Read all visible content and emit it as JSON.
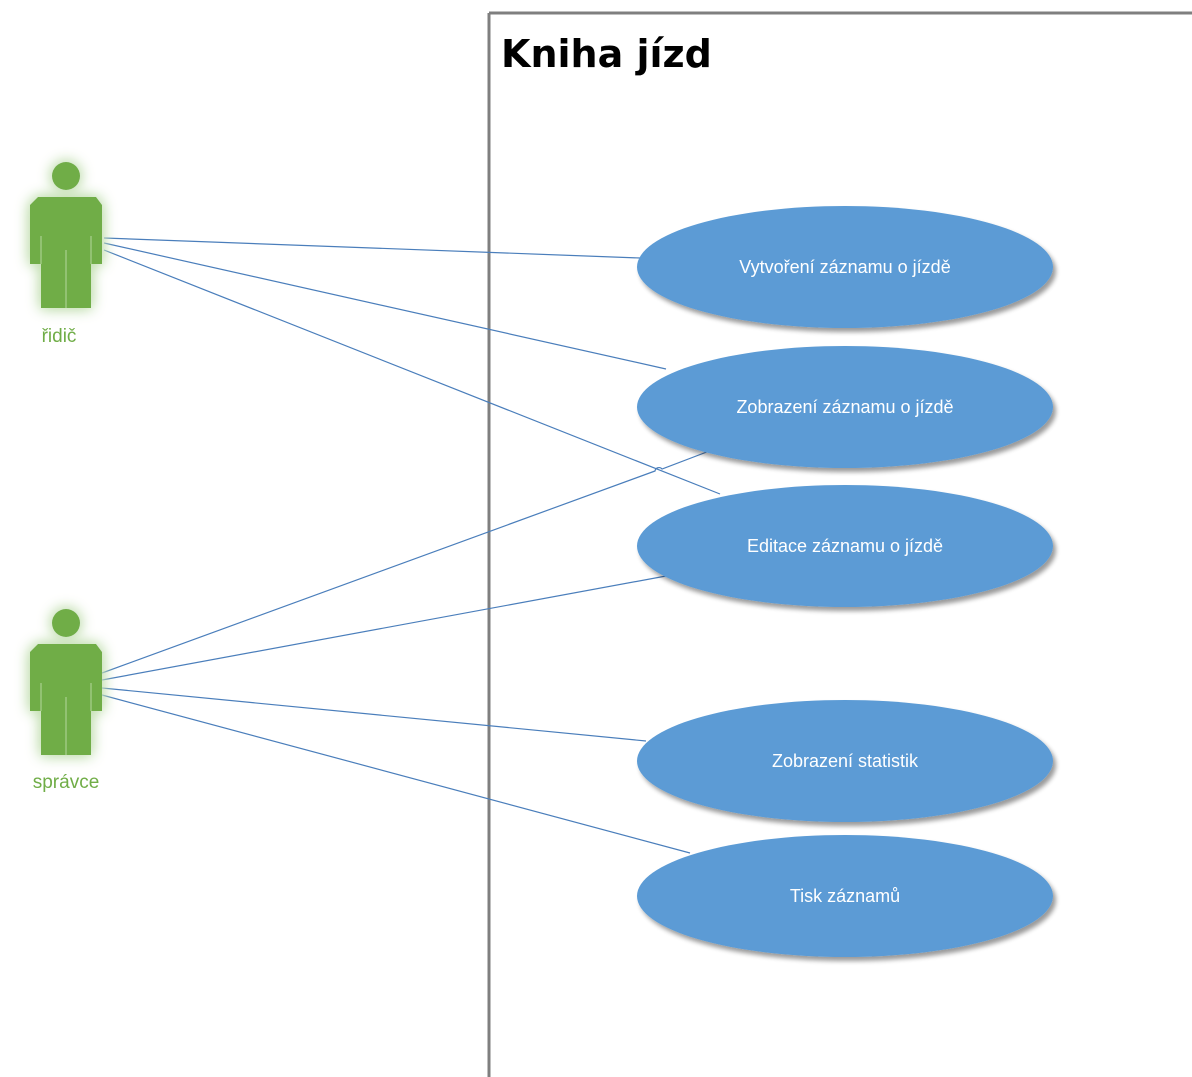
{
  "system": {
    "title": "Kniha jízd",
    "border_color": "#7f7f7f"
  },
  "colors": {
    "actor": "#70ad47",
    "actor_glow": "#c5e0b4",
    "use_case_fill": "#5b9bd5",
    "use_case_text": "#ffffff",
    "association": "#4a7ebb"
  },
  "actors": [
    {
      "id": "ridic",
      "label": "řidič"
    },
    {
      "id": "spravce",
      "label": "správce"
    }
  ],
  "use_cases": [
    {
      "id": "uc1",
      "label": "Vytvoření záznamu o jízdě"
    },
    {
      "id": "uc2",
      "label": "Zobrazení záznamu o jízdě"
    },
    {
      "id": "uc3",
      "label": "Editace záznamu o jízdě"
    },
    {
      "id": "uc4",
      "label": "Zobrazení statistik"
    },
    {
      "id": "uc5",
      "label": "Tisk záznamů"
    }
  ],
  "associations": [
    {
      "actor": "ridic",
      "use_case": "uc1"
    },
    {
      "actor": "ridic",
      "use_case": "uc2"
    },
    {
      "actor": "ridic",
      "use_case": "uc3"
    },
    {
      "actor": "spravce",
      "use_case": "uc2"
    },
    {
      "actor": "spravce",
      "use_case": "uc3"
    },
    {
      "actor": "spravce",
      "use_case": "uc4"
    },
    {
      "actor": "spravce",
      "use_case": "uc5"
    }
  ]
}
